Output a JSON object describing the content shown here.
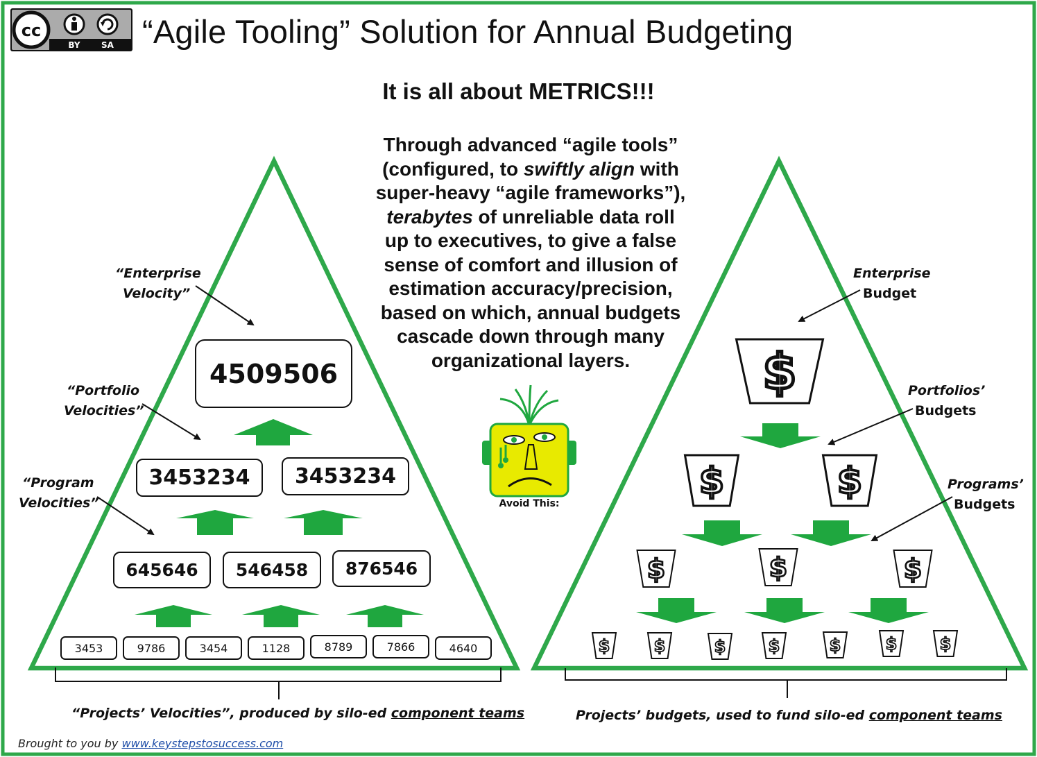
{
  "header": {
    "title": "“Agile Tooling” Solution for Annual Budgeting",
    "license_badge": {
      "icon": "cc-by-sa-icon",
      "by": "BY",
      "sa": "SA"
    }
  },
  "subtitle": "It is all about METRICS!!!",
  "paragraph": {
    "lines": [
      "Through advanced “agile tools”",
      "(configured, to |swiftly align| with",
      "super-heavy “agile frameworks”),",
      "|terabytes| of unreliable data roll",
      "up to executives, to give a false",
      "sense of comfort and illusion of",
      "estimation accuracy/precision,",
      "based on which, annual budgets",
      "cascade down through many",
      "organizational layers."
    ]
  },
  "left_pyramid": {
    "labels": {
      "enterprise": [
        "“Enterprise",
        "Velocity”"
      ],
      "portfolio": [
        "“Portfolio",
        "Velocities”"
      ],
      "program": [
        "“Program",
        "Velocities”"
      ]
    },
    "enterprise_value": "4509506",
    "portfolio_values": [
      "3453234",
      "3453234"
    ],
    "program_values": [
      "645646",
      "546458",
      "876546"
    ],
    "project_values": [
      "3453",
      "9786",
      "3454",
      "1128",
      "8789",
      "7866",
      "4640"
    ],
    "caption_prefix": "“Projects’ Velocities”, produced by silo-ed ",
    "caption_link": "component teams"
  },
  "right_pyramid": {
    "labels": {
      "enterprise": [
        "Enterprise",
        "Budget"
      ],
      "portfolio": [
        "Portfolios’",
        "Budgets"
      ],
      "program": [
        "Programs’",
        "Budgets"
      ]
    },
    "bucket_symbol": "$",
    "caption_prefix": "Projects’ budgets, used to fund silo-ed ",
    "caption_link": "component teams"
  },
  "mascot": {
    "icon": "crying-robot-face-icon",
    "label": "Avoid This:"
  },
  "footer": {
    "prefix": "Brought to you by ",
    "link": "www.keystepstosuccess.com"
  },
  "colors": {
    "border": "#2ea84a",
    "arrow": "#1fa73f",
    "mascot_face": "#e8ea00",
    "link": "#1f4ea8"
  }
}
